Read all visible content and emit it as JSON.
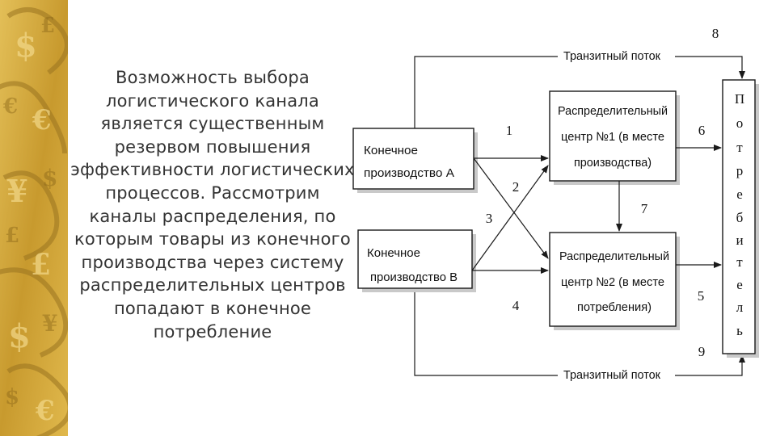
{
  "paragraph": [
    "Возможность выбора",
    "логистического канала",
    "является существенным",
    "резервом повышения",
    "эффективности логистических",
    "процессов. Рассмотрим",
    "каналы распределения, по",
    "которым товары из конечного",
    "производства через систему",
    "распределительных центров",
    "попадают в конечное",
    "потребление"
  ],
  "diagram": {
    "producer_a": [
      "Конечное",
      "производство А"
    ],
    "producer_b": [
      "Конечное",
      "производство В"
    ],
    "center_1": [
      "Распределительный",
      "центр №1 (в месте",
      "производства)"
    ],
    "center_2": [
      "Распределительный",
      "центр №2 (в месте",
      "потребления)"
    ],
    "consumer_letters": [
      "П",
      "о",
      "т",
      "р",
      "е",
      "б",
      "и",
      "т",
      "е",
      "л",
      "ь"
    ],
    "transit_top": "Транзитный поток",
    "transit_bottom": "Транзитный поток",
    "flow_numbers": {
      "n1": "1",
      "n2": "2",
      "n3": "3",
      "n4": "4",
      "n5": "5",
      "n6": "6",
      "n7": "7",
      "n8": "8",
      "n9": "9"
    }
  },
  "colors": {
    "stripe": "#d4a83a",
    "stripe_dark": "#9a7420",
    "text": "#333333"
  }
}
